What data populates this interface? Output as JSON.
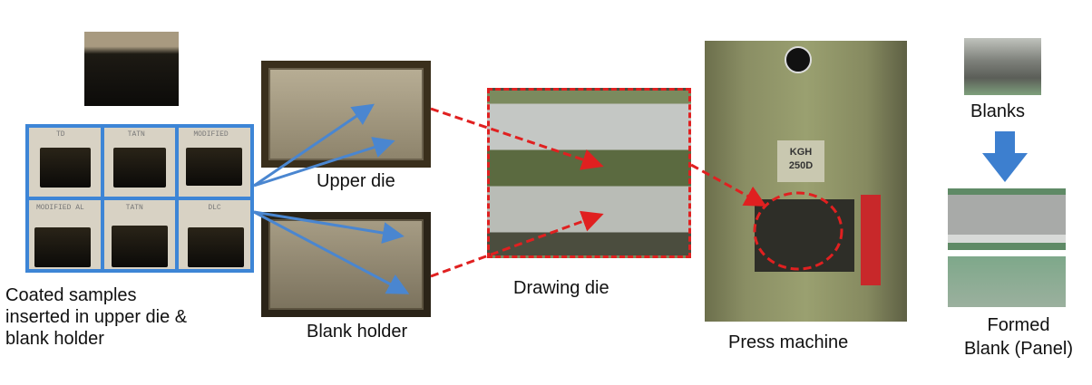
{
  "labels": {
    "coated_samples": [
      "Coated samples",
      "inserted in upper die &",
      "blank holder"
    ],
    "upper_die": "Upper die",
    "blank_holder": "Blank holder",
    "drawing_die": "Drawing die",
    "press_machine": "Press machine",
    "blanks": "Blanks",
    "formed_blank": [
      "Formed",
      "Blank (Panel)"
    ]
  },
  "sample_tags": [
    "TD",
    "TATN",
    "MODIFIED",
    "MODIFIED AL",
    "TATN",
    "DLC"
  ],
  "press_badge": [
    "KGH",
    "250D"
  ],
  "colors": {
    "blue_arrow": "#4a86d0",
    "frame_blue": "#3d85d6",
    "red_dashed": "#e02020"
  }
}
